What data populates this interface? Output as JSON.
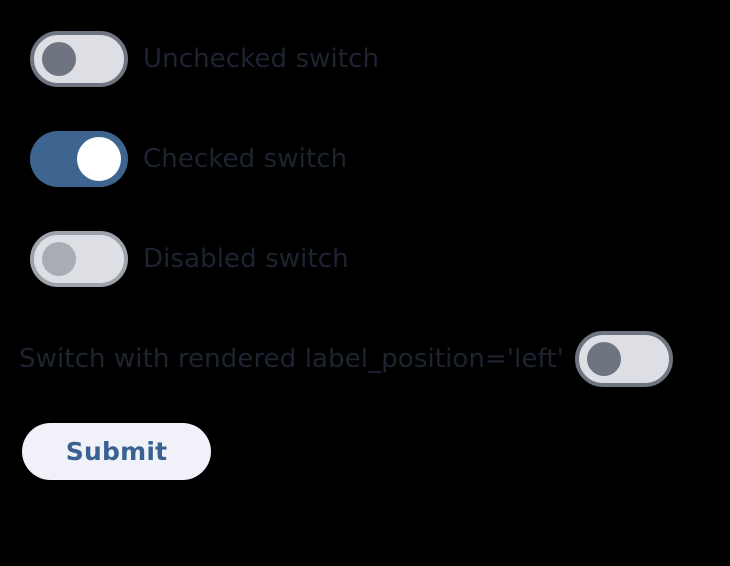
{
  "page": {
    "background_color": "#000000"
  },
  "form": {
    "switches": [
      {
        "label": "Unchecked switch",
        "state": "unchecked",
        "disabled": false,
        "label_position": "right",
        "track_color": "#dddfe4",
        "border_color": "#6e7480",
        "knob_color": "#6e7480"
      },
      {
        "label": "Checked switch",
        "state": "checked",
        "disabled": false,
        "label_position": "right",
        "track_color": "#3e6590",
        "border_color": "#3e6590",
        "knob_color": "#ffffff"
      },
      {
        "label": "Disabled switch",
        "state": "unchecked",
        "disabled": true,
        "label_position": "right",
        "track_color": "#dddfe4",
        "border_color": "#9ea3ab",
        "knob_color": "#a8adb4"
      },
      {
        "label": "Switch with rendered label_position='left'",
        "state": "unchecked",
        "disabled": false,
        "label_position": "left",
        "track_color": "#dddfe4",
        "border_color": "#6e7480",
        "knob_color": "#6e7480"
      }
    ],
    "submit": {
      "label": "Submit",
      "background_color": "#f0f1f9",
      "text_color": "#3a6291"
    },
    "label_color": "#1d2330"
  }
}
